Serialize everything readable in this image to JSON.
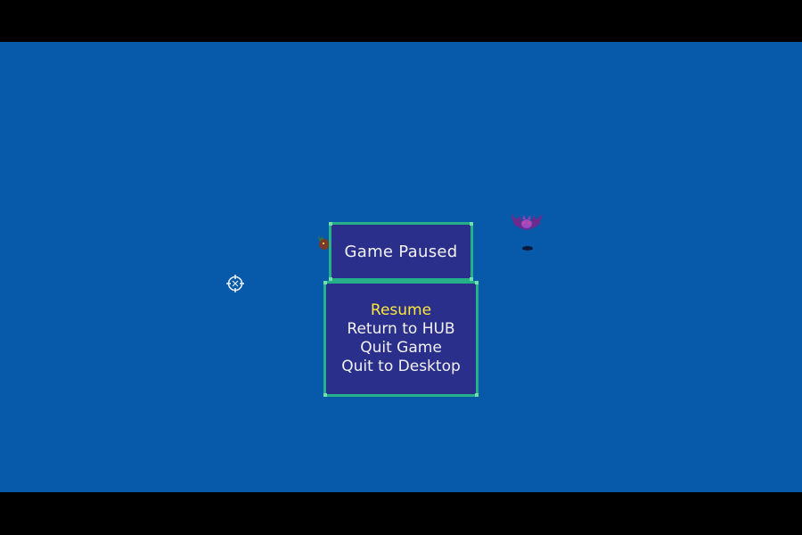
{
  "pause_menu": {
    "title": "Game Paused",
    "items": [
      {
        "label": "Resume",
        "selected": true
      },
      {
        "label": "Return to HUB",
        "selected": false
      },
      {
        "label": "Quit Game",
        "selected": false
      },
      {
        "label": "Quit to Desktop",
        "selected": false
      }
    ]
  },
  "colors": {
    "background": "#0759aa",
    "panel": "#2b2f8c",
    "panel_border": "#25b08a",
    "text": "#f2f2f2",
    "selected_text": "#ffe83a",
    "letterbox": "#000000"
  },
  "sprites": {
    "cursor": "crosshair-icon",
    "enemy": "bat-icon",
    "player": "creature-icon"
  }
}
